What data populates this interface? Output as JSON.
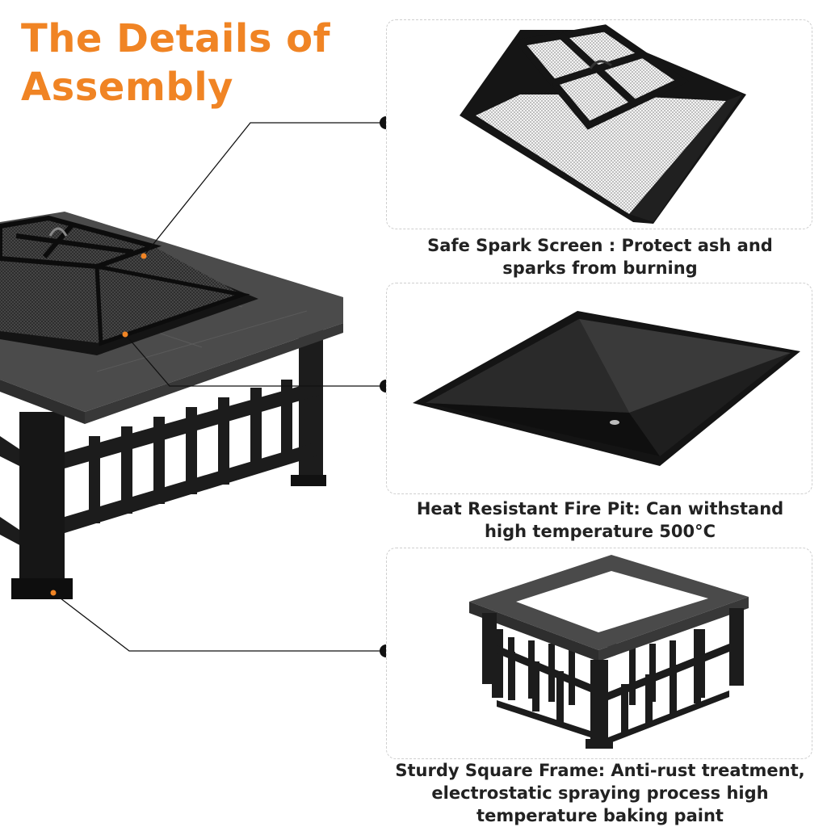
{
  "heading": {
    "line1": "The Details of",
    "line2": "Assembly"
  },
  "colors": {
    "accent": "#f08424",
    "metal": "#1c1c1c",
    "top": "#4a4a4a",
    "callout": "#111111"
  },
  "details": [
    {
      "icon": "spark-screen",
      "line1": "Safe Spark Screen : Protect ash and",
      "line2": "sparks from burning"
    },
    {
      "icon": "fire-bowl",
      "line1": "Heat Resistant Fire Pit: Can withstand",
      "line2": "high temperature 500°C"
    },
    {
      "icon": "square-frame",
      "line1": "Sturdy Square Frame: Anti-rust treatment,",
      "line2": "electrostatic spraying process high",
      "line3": "temperature baking paint"
    }
  ]
}
